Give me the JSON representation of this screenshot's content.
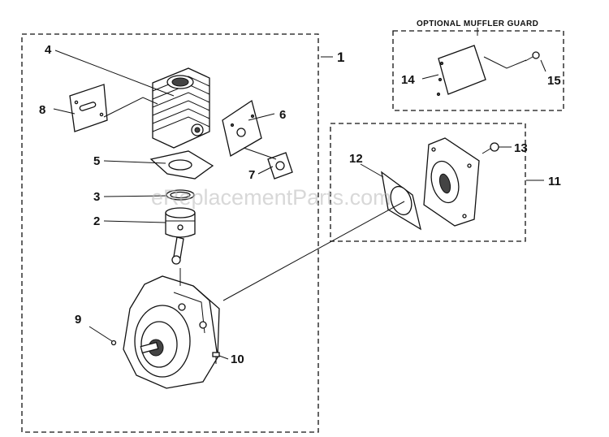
{
  "heading": {
    "optional_guard": "OPTIONAL MUFFLER GUARD"
  },
  "watermark": "eReplacementParts.com",
  "callouts": {
    "c1": "1",
    "c2": "2",
    "c3": "3",
    "c4": "4",
    "c5": "5",
    "c6": "6",
    "c7": "7",
    "c8": "8",
    "c9": "9",
    "c10": "10",
    "c11": "11",
    "c12": "12",
    "c13": "13",
    "c14": "14",
    "c15": "15"
  }
}
